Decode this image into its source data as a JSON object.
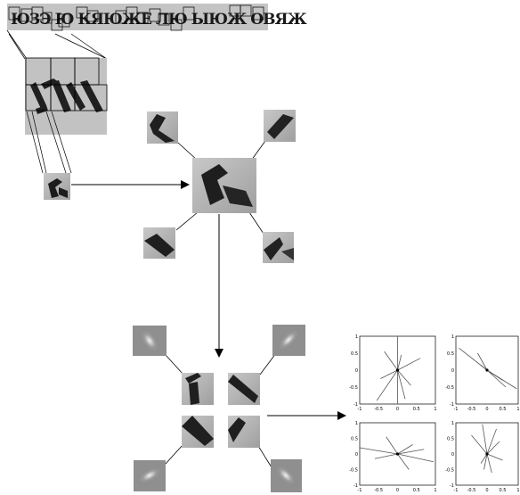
{
  "figure": {
    "description_free": true,
    "source_strip": {
      "glyph_row": "ЮЗЭ Ю КЯЮЖЕ ЛЮ ЫЮЖ ОВЯЖ"
    },
    "component_plot": {
      "axis_ticks_x": [
        "-1",
        "-0.5",
        "0",
        "0.5",
        "1"
      ],
      "axis_ticks_y": [
        "1",
        "0.5",
        "0",
        "-0.5",
        "-1"
      ]
    },
    "colors": {
      "ink": "#000000",
      "paper": "#ffffff",
      "scan_gray": "#bdbdbd",
      "patch_gray": "#a9a9a9",
      "stroke_dark": "#1e1e1e"
    }
  },
  "chart_data": {
    "type": "scatter",
    "panels": [
      {
        "id": "top-left",
        "xlim": [
          -1,
          1
        ],
        "ylim": [
          -1,
          1
        ],
        "rays": [
          [
            0.0,
            1.0
          ],
          [
            -0.35,
            0.55
          ],
          [
            0.6,
            0.35
          ],
          [
            -0.55,
            -0.9
          ],
          [
            0.2,
            -0.85
          ],
          [
            -0.45,
            -0.25
          ],
          [
            0.35,
            -0.45
          ],
          [
            0.1,
            0.45
          ],
          [
            0.0,
            -1.0
          ]
        ]
      },
      {
        "id": "top-right",
        "xlim": [
          -1,
          1
        ],
        "ylim": [
          -1,
          1
        ],
        "rays": [
          [
            -0.9,
            0.65
          ],
          [
            0.95,
            -0.55
          ],
          [
            -0.3,
            0.5
          ],
          [
            0.5,
            -0.3
          ],
          [
            0.6,
            -0.5
          ],
          [
            -0.2,
            0.15
          ]
        ]
      },
      {
        "id": "bottom-left",
        "xlim": [
          -1,
          1
        ],
        "ylim": [
          -1,
          1
        ],
        "rays": [
          [
            -1.0,
            0.2
          ],
          [
            0.95,
            -0.25
          ],
          [
            -0.3,
            0.55
          ],
          [
            0.3,
            -0.5
          ],
          [
            -0.6,
            -0.15
          ],
          [
            0.7,
            0.15
          ],
          [
            0.4,
            0.3
          ]
        ]
      },
      {
        "id": "bottom-right",
        "xlim": [
          -1,
          1
        ],
        "ylim": [
          -1,
          1
        ],
        "rays": [
          [
            -0.15,
            0.95
          ],
          [
            0.3,
            0.8
          ],
          [
            -0.5,
            0.6
          ],
          [
            0.15,
            -0.6
          ],
          [
            -0.1,
            -0.5
          ],
          [
            0.4,
            0.4
          ],
          [
            -0.2,
            -0.3
          ],
          [
            0.5,
            -0.2
          ]
        ]
      }
    ]
  }
}
